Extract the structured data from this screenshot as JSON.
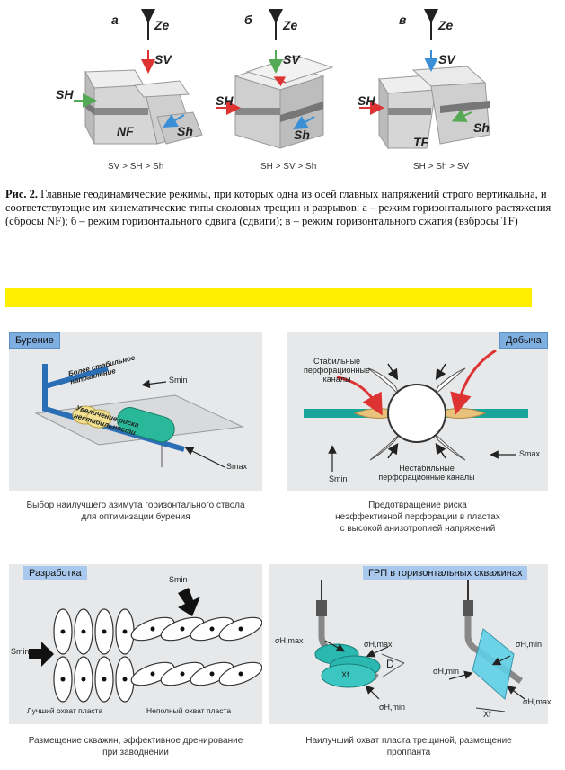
{
  "figure": {
    "panels": [
      {
        "letter": "a",
        "ze": "Ze",
        "sv": "SV",
        "sh_big": "SH",
        "sh_small": "Sh",
        "type": "NF",
        "relation": "SV > SH > Sh"
      },
      {
        "letter": "б",
        "ze": "Ze",
        "sv": "SV",
        "sh_big": "SH",
        "sh_small": "Sh",
        "type": "",
        "relation": "SH > SV > Sh"
      },
      {
        "letter": "в",
        "ze": "Ze",
        "sv": "SV",
        "sh_big": "SH",
        "sh_small": "Sh",
        "type": "TF",
        "relation": "SH > Sh > SV"
      }
    ],
    "caption_bold": "Рис. 2.",
    "caption_text": "Главные геодинамические режимы, при которых одна из осей главных напряжений строго вертикальна, и соответствующие им кинематические типы сколовых трещин и разрывов: а – режим горизонтального растяжения (сбросы NF); б – режим горизонтального сдвига (сдвиги); в – режим горизонтального сжатия (взбросы TF)"
  },
  "highlight_color": "#ffee00",
  "drilling": {
    "tag": "Бурение",
    "stable_dir": "Более стабильное направление",
    "risk": "Увеличение риска нестабильности",
    "smin": "Smin",
    "smax": "Smax",
    "caption_line1": "Выбор наилучшего азимута горизонтального ствола",
    "caption_line2": "для оптимизации бурения"
  },
  "production": {
    "tag": "Добыча",
    "stable": "Стабильные перфорационные каналы",
    "unstable": "Нестабильные перфорационные каналы",
    "smin": "Smin",
    "smax": "Smax",
    "caption_line1": "Предотвращение риска",
    "caption_line2": "неэффективной перфорации в пластах",
    "caption_line3": "с высокой анизотропией напряжений"
  },
  "development": {
    "tag": "Разработка",
    "smin_top": "Smin",
    "smin_left": "Smin",
    "best": "Лучший охват пласта",
    "partial": "Неполный охват пласта",
    "caption_line1": "Размещение скважин, эффективное дренирование",
    "caption_line2": "при заводнении"
  },
  "fracking": {
    "tag": "ГРП в горизонтальных скважинах",
    "shmax": "σH,max",
    "shmin": "σH,min",
    "d": "D",
    "xf": "Xf",
    "caption_line1": "Наилучший охват пласта трещиной, размещение",
    "caption_line2": "проппанта"
  }
}
